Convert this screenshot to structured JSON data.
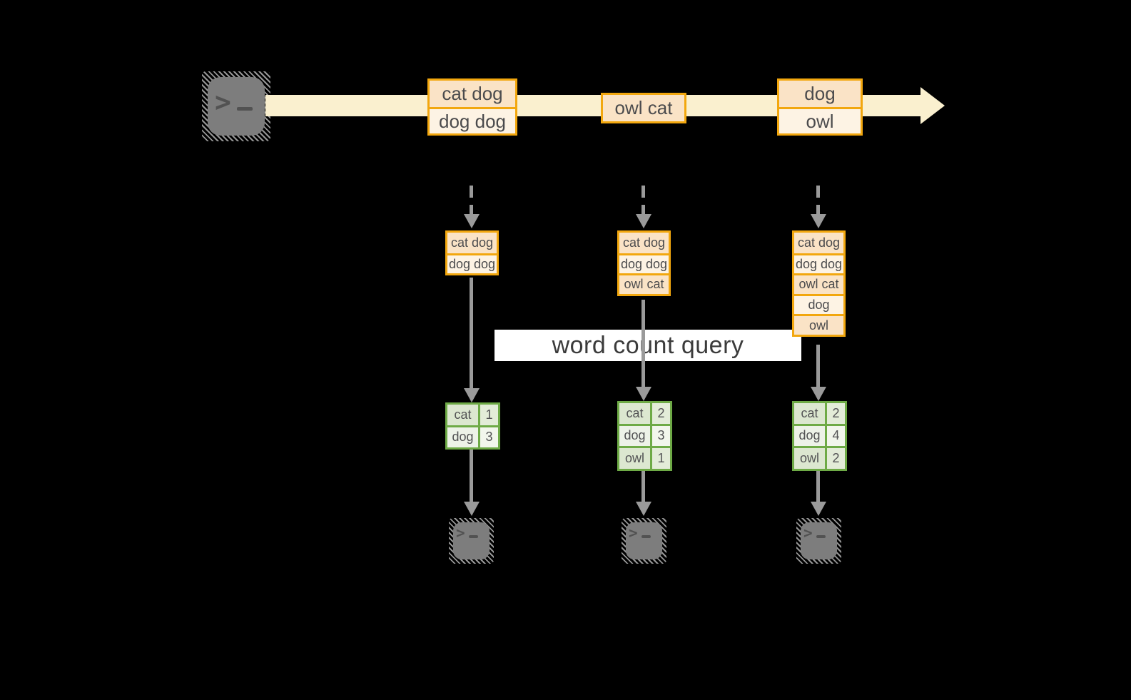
{
  "diagram": {
    "query_label": "word count query",
    "stream_messages": [
      {
        "rows": [
          "cat dog",
          "dog dog"
        ]
      },
      {
        "rows": [
          "owl cat"
        ]
      },
      {
        "rows": [
          "dog",
          "owl"
        ]
      }
    ],
    "pipelines": [
      {
        "buffer": [
          "cat dog",
          "dog dog"
        ],
        "counts": [
          {
            "word": "cat",
            "count": 1
          },
          {
            "word": "dog",
            "count": 3
          }
        ]
      },
      {
        "buffer": [
          "cat dog",
          "dog dog",
          "owl cat"
        ],
        "counts": [
          {
            "word": "cat",
            "count": 2
          },
          {
            "word": "dog",
            "count": 3
          },
          {
            "word": "owl",
            "count": 1
          }
        ]
      },
      {
        "buffer": [
          "cat dog",
          "dog dog",
          "owl cat",
          "dog",
          "owl"
        ],
        "counts": [
          {
            "word": "cat",
            "count": 2
          },
          {
            "word": "dog",
            "count": 4
          },
          {
            "word": "owl",
            "count": 2
          }
        ]
      }
    ],
    "icons": {
      "source": "terminal-icon",
      "sinks": [
        "terminal-icon",
        "terminal-icon",
        "terminal-icon"
      ]
    }
  },
  "colors": {
    "background": "#000000",
    "stream_arrow": "#faf0cf",
    "box_border": "#f2a70e",
    "box_fill_dark": "#fae3c6",
    "box_fill_light": "#fdf3e4",
    "table_border": "#6eaa46",
    "table_fill_dark": "#dce7d0",
    "table_fill_light": "#edf2e8",
    "arrow_gray": "#9a9a9a",
    "terminal_gray": "#7d7d7d",
    "query_bg": "#ffffff",
    "text_dark": "#4b4b4d"
  }
}
